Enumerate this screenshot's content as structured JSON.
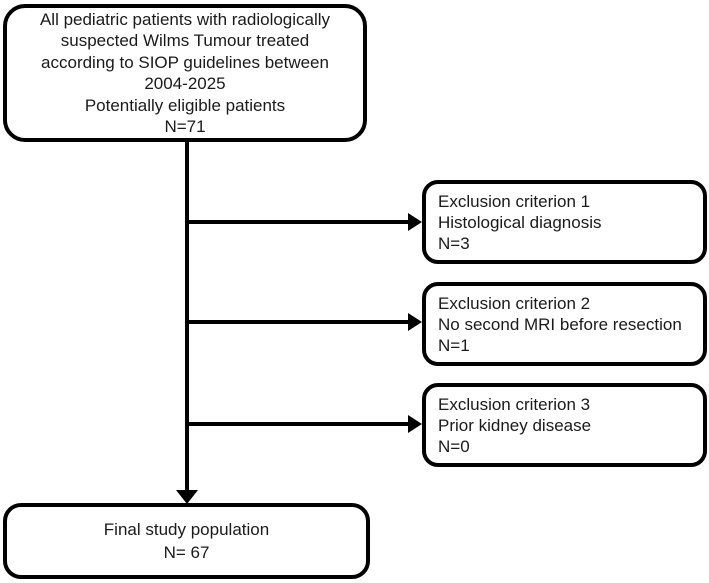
{
  "diagram": {
    "top_box": {
      "lines": [
        "All pediatric patients with radiologically",
        "suspected Wilms Tumour treated",
        "according to SIOP guidelines between",
        "2004-2025",
        "Potentially eligible patients",
        "N=71"
      ]
    },
    "exclusion_boxes": [
      {
        "title": "Exclusion criterion 1",
        "reason": "Histological diagnosis",
        "count": "N=3"
      },
      {
        "title": "Exclusion criterion 2",
        "reason": "No second MRI before resection",
        "count": "N=1"
      },
      {
        "title": "Exclusion criterion 3",
        "reason": "Prior kidney disease",
        "count": "N=0"
      }
    ],
    "final_box": {
      "lines": [
        "Final study population",
        "N= 67"
      ]
    },
    "colors": {
      "line": "#000000",
      "text": "#1a1a1a",
      "background": "#ffffff"
    }
  }
}
